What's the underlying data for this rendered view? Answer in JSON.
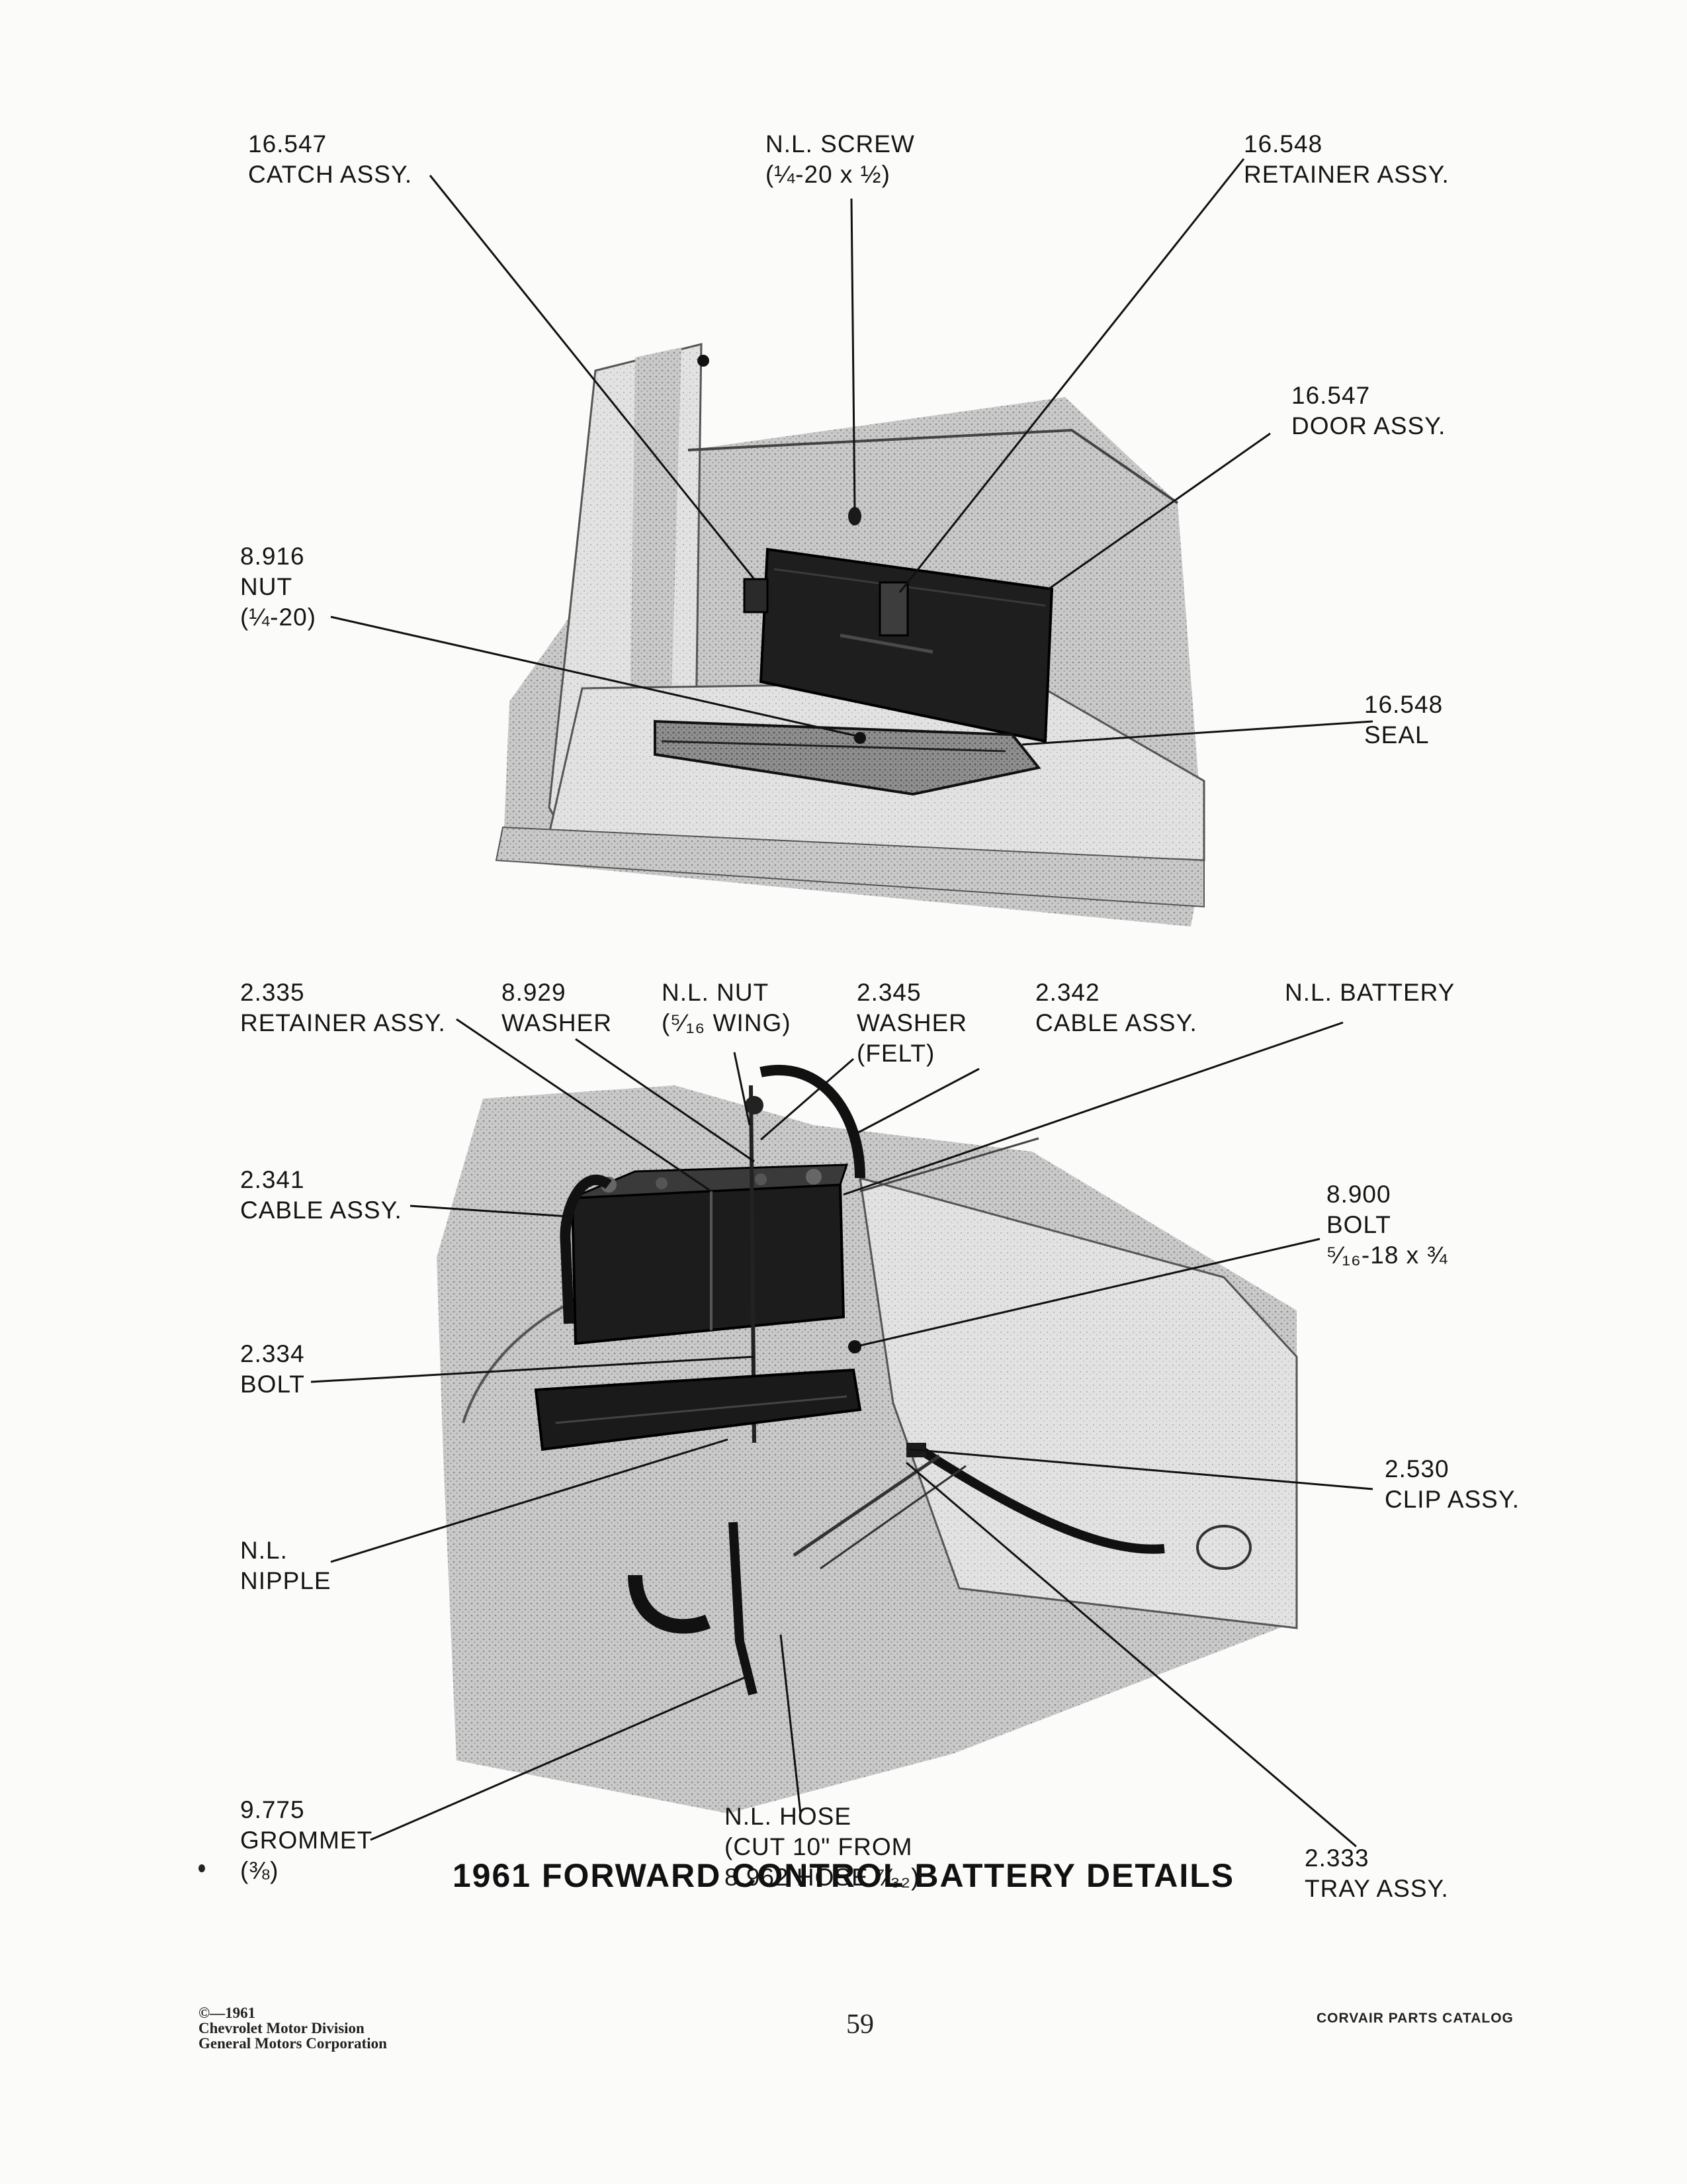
{
  "top_figure": {
    "callouts": {
      "catch_assy": [
        "16.547",
        "CATCH ASSY."
      ],
      "screw": [
        "N.L. SCREW",
        "(¼-20 x ½)"
      ],
      "retainer_assy": [
        "16.548",
        "RETAINER ASSY."
      ],
      "door_assy": [
        "16.547",
        "DOOR ASSY."
      ],
      "nut": [
        "8.916",
        "NUT",
        "(¼-20)"
      ],
      "seal": [
        "16.548",
        "SEAL"
      ]
    }
  },
  "bottom_figure": {
    "callouts": {
      "retainer_assy": [
        "2.335",
        "RETAINER ASSY."
      ],
      "washer": [
        "8.929",
        "WASHER"
      ],
      "wing_nut": [
        "N.L. NUT",
        "(⁵⁄₁₆ WING)"
      ],
      "felt_washer": [
        "2.345",
        "WASHER",
        "(FELT)"
      ],
      "cable_assy_right": [
        "2.342",
        "CABLE ASSY."
      ],
      "battery": [
        "N.L. BATTERY"
      ],
      "cable_assy_left": [
        "2.341",
        "CABLE ASSY."
      ],
      "bolt_right": [
        "8.900",
        "BOLT",
        "⁵⁄₁₆-18 x ¾"
      ],
      "bolt_left": [
        "2.334",
        "BOLT"
      ],
      "clip_assy": [
        "2.530",
        "CLIP ASSY."
      ],
      "nipple": [
        "N.L.",
        "NIPPLE"
      ],
      "grommet": [
        "9.775",
        "GROMMET",
        "(⅜)"
      ],
      "hose": [
        "N.L. HOSE",
        "(CUT 10\" FROM",
        "8.962 HOSE ⁷⁄₃₂)"
      ],
      "tray_assy": [
        "2.333",
        "TRAY ASSY."
      ]
    }
  },
  "title": "1961 FORWARD CONTROL BATTERY DETAILS",
  "footer": {
    "copyright": [
      "©—1961",
      "Chevrolet Motor Division",
      "General Motors Corporation"
    ],
    "page_number": "59",
    "catalog": "CORVAIR PARTS CATALOG"
  }
}
